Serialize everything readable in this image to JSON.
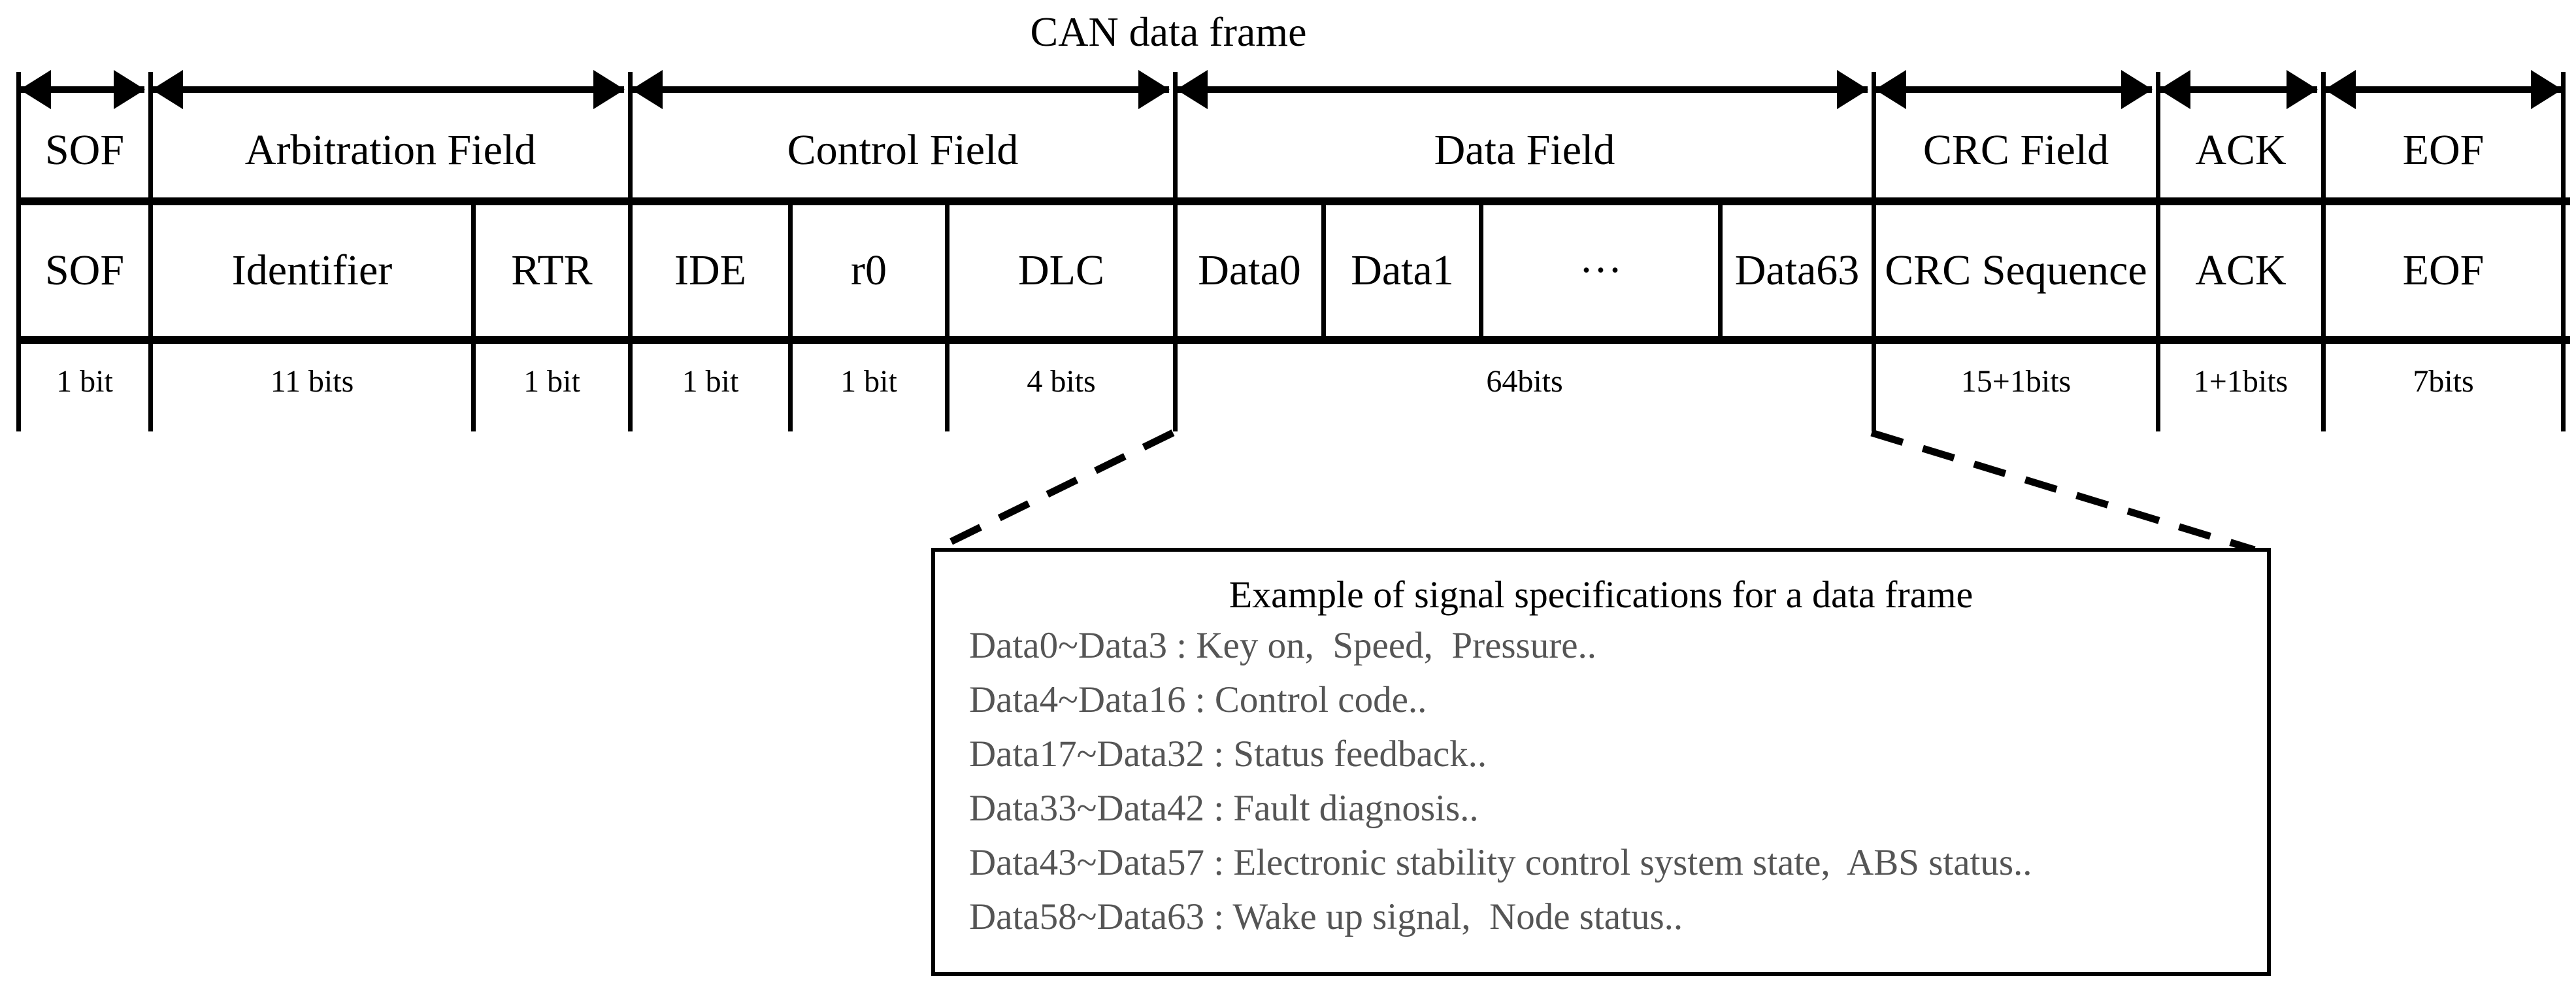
{
  "title": "CAN data frame",
  "colors": {
    "ink": "#000000",
    "muted_text": "#555555",
    "background": "#ffffff"
  },
  "frame": {
    "field_groups": [
      "SOF",
      "Arbitration Field",
      "Control Field",
      "Data Field",
      "CRC Field",
      "ACK",
      "EOF"
    ],
    "subfields": [
      "SOF",
      "Identifier",
      "RTR",
      "IDE",
      "r0",
      "DLC",
      "Data0",
      "Data1",
      "···",
      "Data63",
      "CRC Sequence",
      "ACK",
      "EOF"
    ],
    "bit_widths": [
      "1 bit",
      "11 bits",
      "1 bit",
      "1 bit",
      "1 bit",
      "4 bits",
      "64bits",
      "15+1bits",
      "1+1bits",
      "7bits"
    ]
  },
  "example_box": {
    "title": "Example of signal specifications for a data frame",
    "lines": [
      "Data0~Data3 : Key on,  Speed,  Pressure..",
      "Data4~Data16 : Control code..",
      "Data17~Data32 : Status feedback..",
      "Data33~Data42 : Fault diagnosis..",
      "Data43~Data57 : Electronic stability control system state,  ABS status..",
      "Data58~Data63 : Wake up signal,  Node status.."
    ]
  }
}
